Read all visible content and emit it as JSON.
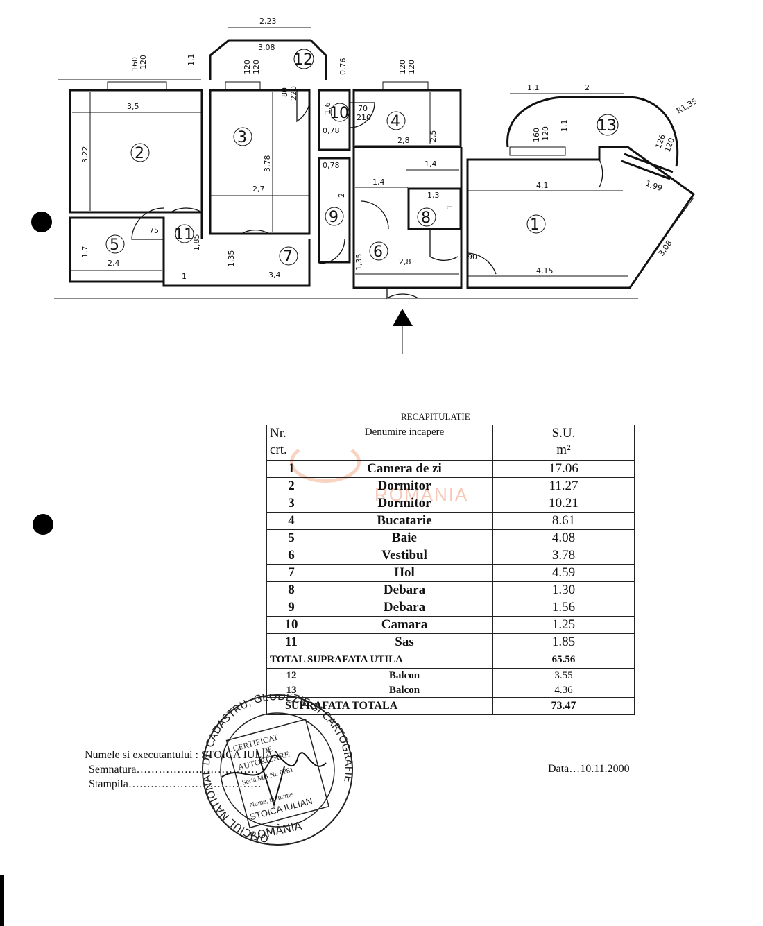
{
  "plan": {
    "rooms": [
      {
        "num": "1"
      },
      {
        "num": "2"
      },
      {
        "num": "3"
      },
      {
        "num": "4"
      },
      {
        "num": "5"
      },
      {
        "num": "6"
      },
      {
        "num": "7"
      },
      {
        "num": "8"
      },
      {
        "num": "9"
      },
      {
        "num": "10"
      },
      {
        "num": "11"
      },
      {
        "num": "12"
      },
      {
        "num": "13"
      }
    ],
    "dims": {
      "d_223": "2,23",
      "d_308top": "3,08",
      "d_11top": "1,1",
      "d_076": "0,76",
      "d_35": "3,5",
      "d_322": "3,22",
      "d_378": "3,78",
      "d_27": "2,7",
      "d_28a": "2,8",
      "d_25": "2,5",
      "d_14a": "1,4",
      "d_14b": "1,4",
      "d_13": "1,3",
      "d_1v": "1",
      "d_16": "1,6",
      "d_078a": "0,78",
      "d_078b": "0,78",
      "d_2v": "2",
      "d_11a": "1,1",
      "d_2h": "2",
      "d_11b": "1,1",
      "d_r135": "R1,35",
      "d_41": "4,1",
      "d_199": "1,99",
      "d_308diag": "3,08",
      "d_415": "4,15",
      "d_17": "1,7",
      "d_24": "2,4",
      "d_185": "1,85",
      "d_1h": "1",
      "d_135": "1,35",
      "d_34": "3,4",
      "d_28b": "2,8",
      "d_135b": "1,35",
      "w_160_120_a": "160",
      "w_120_a": "120",
      "w_120_b": "120",
      "w_120_c": "120",
      "w_120_d": "120",
      "w_120_e": "120",
      "w_160_b": "160",
      "w_120_f": "120",
      "w_126": "126",
      "w_120_g": "120",
      "door_80": "80",
      "door_220": "220",
      "door_70": "70",
      "door_210": "210",
      "door_90": "90",
      "door_75": "75"
    }
  },
  "recap": {
    "title": "RECAPITULATIE",
    "header": {
      "nr": "Nr.",
      "crt": "crt.",
      "name": "Denumire incapere",
      "su": "S.U.",
      "unit": "m²"
    },
    "rows": [
      {
        "nr": "1",
        "name": "Camera de zi",
        "su": "17.06"
      },
      {
        "nr": "2",
        "name": "Dormitor",
        "su": "11.27"
      },
      {
        "nr": "3",
        "name": "Dormitor",
        "su": "10.21"
      },
      {
        "nr": "4",
        "name": "Bucatarie",
        "su": "8.61"
      },
      {
        "nr": "5",
        "name": "Baie",
        "su": "4.08"
      },
      {
        "nr": "6",
        "name": "Vestibul",
        "su": "3.78"
      },
      {
        "nr": "7",
        "name": "Hol",
        "su": "4.59"
      },
      {
        "nr": "8",
        "name": "Debara",
        "su": "1.30"
      },
      {
        "nr": "9",
        "name": "Debara",
        "su": "1.56"
      },
      {
        "nr": "10",
        "name": "Camara",
        "su": "1.25"
      },
      {
        "nr": "11",
        "name": "Sas",
        "su": "1.85"
      }
    ],
    "total_util": {
      "label": "TOTAL SUPRAFATA UTILA",
      "value": "65.56"
    },
    "balcony_rows": [
      {
        "nr": "12",
        "name": "Balcon",
        "su": "3.55"
      },
      {
        "nr": "13",
        "name": "Balcon",
        "su": "4.36"
      }
    ],
    "total": {
      "label": "SUPRAFATA TOTALA",
      "value": "73.47"
    }
  },
  "signature": {
    "line1": "Numele si    executantului : STOICA IULIAN",
    "line2": "Semnatura……………………………",
    "line3": "Stampila………………………………",
    "date": "Data…10.11.2000"
  },
  "watermark": {
    "text": "ROMANIA"
  },
  "stamp": {
    "ring_text": "OFICIUL NATIONAL DE CADASTRU, GEODEZIE SI CARTOGRAFIE",
    "country": "ROMÂNIA",
    "cert_line1": "CERTIFICAT",
    "cert_line2": "DE",
    "cert_line3": "AUTORIZARE",
    "cert_line4": "Seria MB Nr. 0281",
    "cert_line5": "Nume, prenume",
    "cert_line6": "STOICA IULIAN"
  }
}
